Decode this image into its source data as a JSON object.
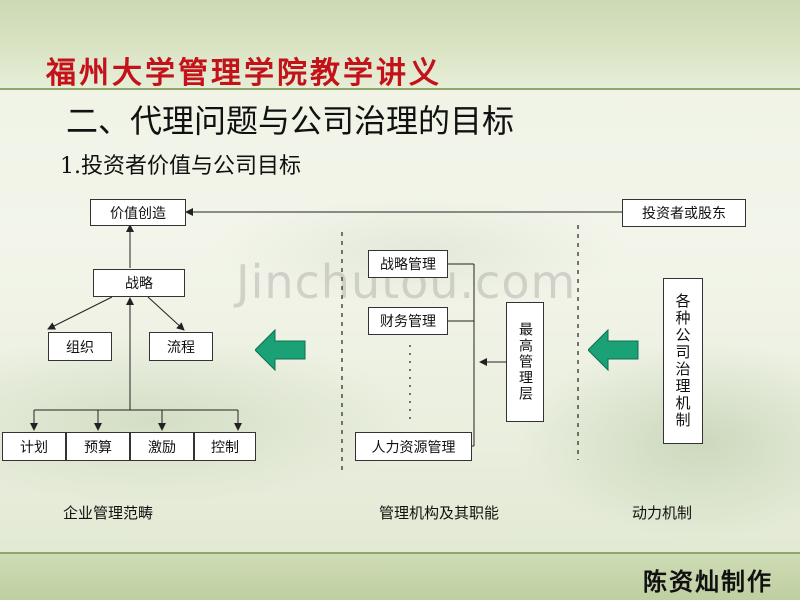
{
  "header": {
    "title": "福州大学管理学院教学讲义"
  },
  "slide": {
    "title": "二、代理问题与公司治理的目标",
    "subtitle": "1.投资者价值与公司目标",
    "watermark": "Jinchutou.com"
  },
  "diagram": {
    "left": {
      "value_creation": "价值创造",
      "strategy": "战略",
      "organization": "组织",
      "process": "流程",
      "plan": "计划",
      "budget": "预算",
      "incentive": "激励",
      "control": "控制",
      "caption": "企业管理范畴"
    },
    "middle": {
      "strategic_mgmt": "战略管理",
      "financial_mgmt": "财务管理",
      "hr_mgmt": "人力资源管理",
      "top_mgmt": "最高管理层",
      "caption": "管理机构及其职能"
    },
    "right": {
      "investors": "投资者或股东",
      "governance": "各种公司治理机制",
      "caption": "动力机制"
    }
  },
  "footer": {
    "author": "陈资灿制作"
  },
  "colors": {
    "title_red": "#c3121a",
    "arrow_green": "#1aa276"
  }
}
